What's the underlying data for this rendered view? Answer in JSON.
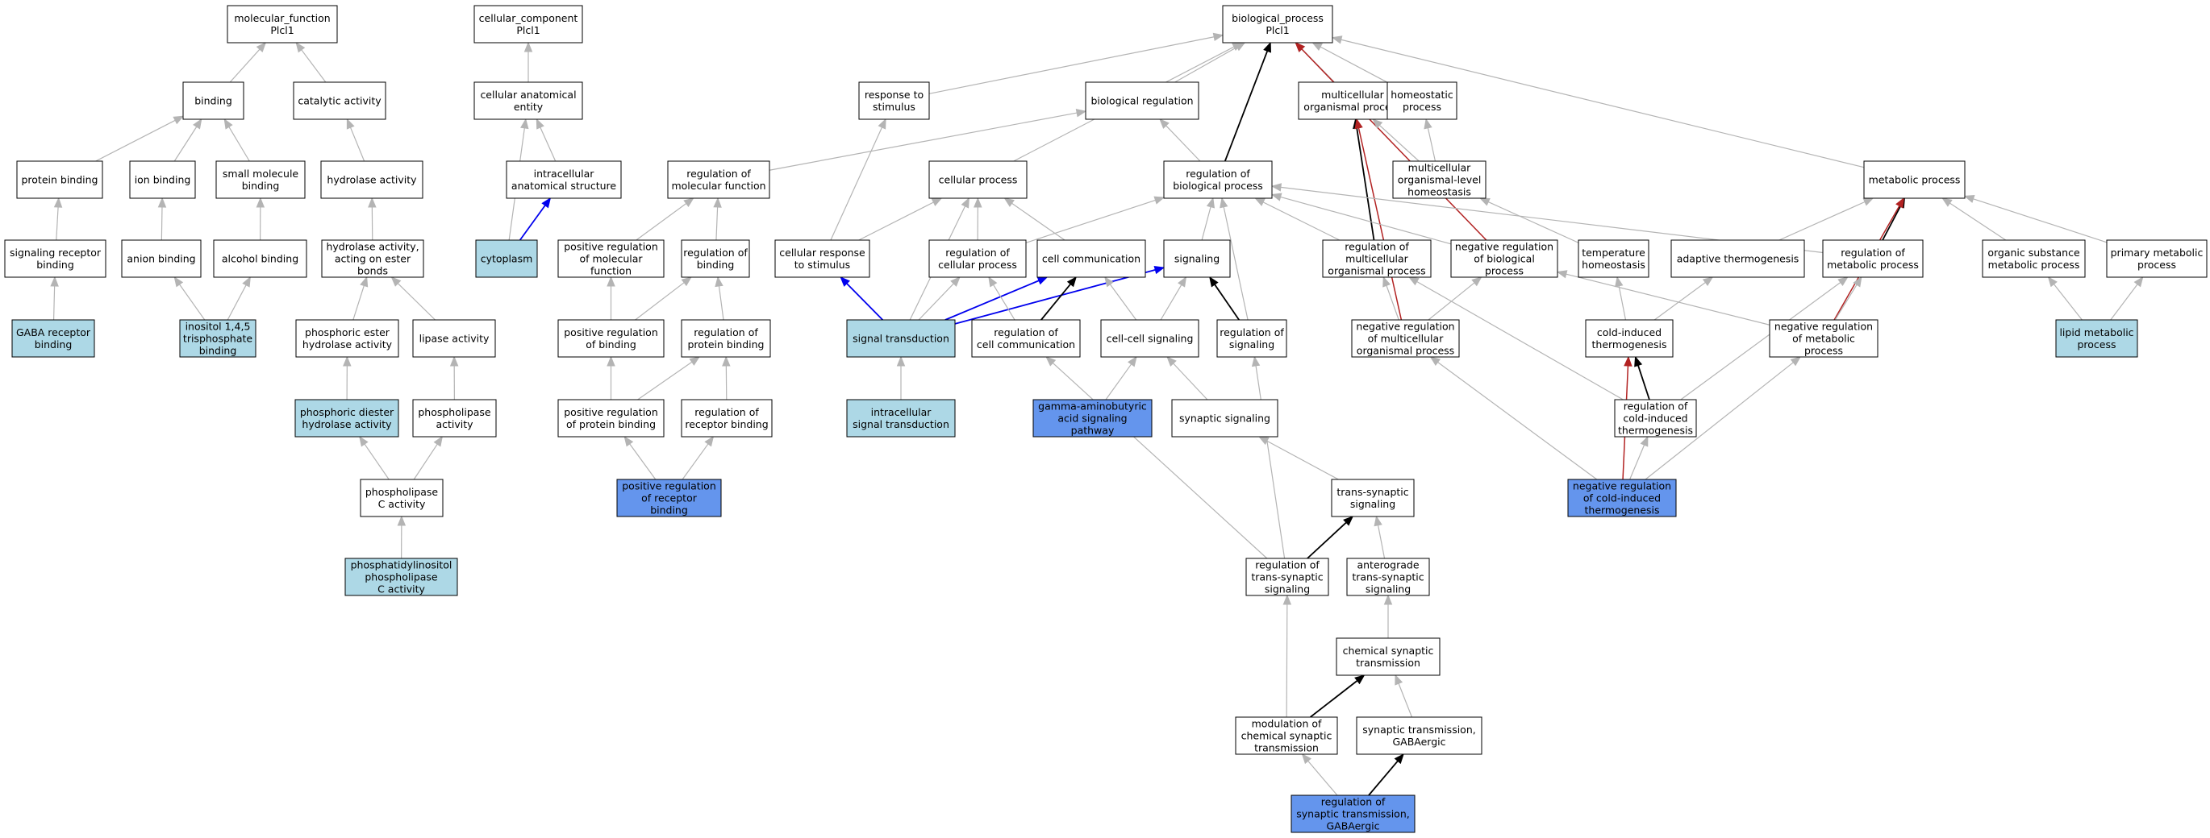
{
  "nodes": {
    "mf_root": {
      "lines": [
        "molecular_function",
        "Plcl1"
      ],
      "fill": "#ffffff"
    },
    "cc_root": {
      "lines": [
        "cellular_component",
        "Plcl1"
      ],
      "fill": "#ffffff"
    },
    "bp_root": {
      "lines": [
        "biological_process",
        "Plcl1"
      ],
      "fill": "#ffffff"
    },
    "binding": {
      "lines": [
        "binding"
      ],
      "fill": "#ffffff"
    },
    "catalytic": {
      "lines": [
        "catalytic activity"
      ],
      "fill": "#ffffff"
    },
    "cell_anat": {
      "lines": [
        "cellular anatomical",
        "entity"
      ],
      "fill": "#ffffff"
    },
    "resp_stim": {
      "lines": [
        "response to",
        "stimulus"
      ],
      "fill": "#ffffff"
    },
    "bio_reg": {
      "lines": [
        "biological regulation"
      ],
      "fill": "#ffffff"
    },
    "multi_proc": {
      "lines": [
        "multicellular",
        "organismal process"
      ],
      "fill": "#ffffff"
    },
    "homeo_proc": {
      "lines": [
        "homeostatic",
        "process"
      ],
      "fill": "#ffffff"
    },
    "prot_bind": {
      "lines": [
        "protein binding"
      ],
      "fill": "#ffffff"
    },
    "ion_bind": {
      "lines": [
        "ion binding"
      ],
      "fill": "#ffffff"
    },
    "small_mol": {
      "lines": [
        "small molecule",
        "binding"
      ],
      "fill": "#ffffff"
    },
    "hydrolase": {
      "lines": [
        "hydrolase activity"
      ],
      "fill": "#ffffff"
    },
    "intra_struct": {
      "lines": [
        "intracellular",
        "anatomical structure"
      ],
      "fill": "#ffffff"
    },
    "reg_mol_func": {
      "lines": [
        "regulation of",
        "molecular function"
      ],
      "fill": "#ffffff"
    },
    "cell_proc": {
      "lines": [
        "cellular process"
      ],
      "fill": "#ffffff"
    },
    "reg_bio_proc": {
      "lines": [
        "regulation of",
        "biological process"
      ],
      "fill": "#ffffff"
    },
    "multi_homeo": {
      "lines": [
        "multicellular",
        "organismal-level",
        "homeostasis"
      ],
      "fill": "#ffffff"
    },
    "metab_proc": {
      "lines": [
        "metabolic process"
      ],
      "fill": "#ffffff"
    },
    "sig_rec_bind": {
      "lines": [
        "signaling receptor",
        "binding"
      ],
      "fill": "#ffffff"
    },
    "anion_bind": {
      "lines": [
        "anion binding"
      ],
      "fill": "#ffffff"
    },
    "alcohol_bind": {
      "lines": [
        "alcohol binding"
      ],
      "fill": "#ffffff"
    },
    "hydro_ester": {
      "lines": [
        "hydrolase activity,",
        "acting on ester",
        "bonds"
      ],
      "fill": "#ffffff"
    },
    "cytoplasm": {
      "lines": [
        "cytoplasm"
      ],
      "fill": "#add8e6"
    },
    "pos_reg_mf": {
      "lines": [
        "positive regulation",
        "of molecular",
        "function"
      ],
      "fill": "#ffffff"
    },
    "reg_binding": {
      "lines": [
        "regulation of",
        "binding"
      ],
      "fill": "#ffffff"
    },
    "cell_resp": {
      "lines": [
        "cellular response",
        "to stimulus"
      ],
      "fill": "#ffffff"
    },
    "reg_cell_proc": {
      "lines": [
        "regulation of",
        "cellular process"
      ],
      "fill": "#ffffff"
    },
    "cell_comm": {
      "lines": [
        "cell communication"
      ],
      "fill": "#ffffff"
    },
    "signaling": {
      "lines": [
        "signaling"
      ],
      "fill": "#ffffff"
    },
    "reg_multi_proc": {
      "lines": [
        "regulation of",
        "multicellular",
        "organismal process"
      ],
      "fill": "#ffffff"
    },
    "neg_reg_bio": {
      "lines": [
        "negative regulation",
        "of biological",
        "process"
      ],
      "fill": "#ffffff"
    },
    "temp_homeo": {
      "lines": [
        "temperature",
        "homeostasis"
      ],
      "fill": "#ffffff"
    },
    "adapt_thermo": {
      "lines": [
        "adaptive thermogenesis"
      ],
      "fill": "#ffffff"
    },
    "reg_metab": {
      "lines": [
        "regulation of",
        "metabolic process"
      ],
      "fill": "#ffffff"
    },
    "org_subst": {
      "lines": [
        "organic substance",
        "metabolic process"
      ],
      "fill": "#ffffff"
    },
    "prim_metab": {
      "lines": [
        "primary metabolic",
        "process"
      ],
      "fill": "#ffffff"
    },
    "gaba_rec": {
      "lines": [
        "GABA receptor",
        "binding"
      ],
      "fill": "#add8e6"
    },
    "inositol": {
      "lines": [
        "inositol 1,4,5",
        "trisphosphate",
        "binding"
      ],
      "fill": "#add8e6"
    },
    "phos_ester": {
      "lines": [
        "phosphoric ester",
        "hydrolase activity"
      ],
      "fill": "#ffffff"
    },
    "lipase": {
      "lines": [
        "lipase activity"
      ],
      "fill": "#ffffff"
    },
    "pos_reg_bind": {
      "lines": [
        "positive regulation",
        "of binding"
      ],
      "fill": "#ffffff"
    },
    "reg_prot_bind": {
      "lines": [
        "regulation of",
        "protein binding"
      ],
      "fill": "#ffffff"
    },
    "sig_trans": {
      "lines": [
        "signal transduction"
      ],
      "fill": "#add8e6"
    },
    "reg_cell_comm": {
      "lines": [
        "regulation of",
        "cell communication"
      ],
      "fill": "#ffffff"
    },
    "cell_cell_sig": {
      "lines": [
        "cell-cell signaling"
      ],
      "fill": "#ffffff"
    },
    "reg_signaling": {
      "lines": [
        "regulation of",
        "signaling"
      ],
      "fill": "#ffffff"
    },
    "neg_reg_multi": {
      "lines": [
        "negative regulation",
        "of multicellular",
        "organismal process"
      ],
      "fill": "#ffffff"
    },
    "cold_thermo": {
      "lines": [
        "cold-induced",
        "thermogenesis"
      ],
      "fill": "#ffffff"
    },
    "neg_reg_metab": {
      "lines": [
        "negative regulation",
        "of metabolic",
        "process"
      ],
      "fill": "#ffffff"
    },
    "lipid_metab": {
      "lines": [
        "lipid metabolic",
        "process"
      ],
      "fill": "#add8e6"
    },
    "phos_diester": {
      "lines": [
        "phosphoric diester",
        "hydrolase activity"
      ],
      "fill": "#add8e6"
    },
    "phospholipase": {
      "lines": [
        "phospholipase",
        "activity"
      ],
      "fill": "#ffffff"
    },
    "pos_reg_prot": {
      "lines": [
        "positive regulation",
        "of protein binding"
      ],
      "fill": "#ffffff"
    },
    "reg_rec_bind": {
      "lines": [
        "regulation of",
        "receptor binding"
      ],
      "fill": "#ffffff"
    },
    "intra_sig": {
      "lines": [
        "intracellular",
        "signal transduction"
      ],
      "fill": "#add8e6"
    },
    "gaba_path": {
      "lines": [
        "gamma-aminobutyric",
        "acid signaling",
        "pathway"
      ],
      "fill": "#6495ed"
    },
    "syn_sig": {
      "lines": [
        "synaptic signaling"
      ],
      "fill": "#ffffff"
    },
    "reg_cold": {
      "lines": [
        "regulation of",
        "cold-induced",
        "thermogenesis"
      ],
      "fill": "#ffffff"
    },
    "plc": {
      "lines": [
        "phospholipase",
        "C activity"
      ],
      "fill": "#ffffff"
    },
    "pos_reg_rec": {
      "lines": [
        "positive regulation",
        "of receptor",
        "binding"
      ],
      "fill": "#6495ed"
    },
    "trans_syn": {
      "lines": [
        "trans-synaptic",
        "signaling"
      ],
      "fill": "#ffffff"
    },
    "neg_reg_cold": {
      "lines": [
        "negative regulation",
        "of cold-induced",
        "thermogenesis"
      ],
      "fill": "#6495ed"
    },
    "pi_plc": {
      "lines": [
        "phosphatidylinositol",
        "phospholipase",
        "C activity"
      ],
      "fill": "#add8e6"
    },
    "reg_trans_syn": {
      "lines": [
        "regulation of",
        "trans-synaptic",
        "signaling"
      ],
      "fill": "#ffffff"
    },
    "antero_syn": {
      "lines": [
        "anterograde",
        "trans-synaptic",
        "signaling"
      ],
      "fill": "#ffffff"
    },
    "chem_syn": {
      "lines": [
        "chemical synaptic",
        "transmission"
      ],
      "fill": "#ffffff"
    },
    "mod_chem_syn": {
      "lines": [
        "modulation of",
        "chemical synaptic",
        "transmission"
      ],
      "fill": "#ffffff"
    },
    "syn_gaba": {
      "lines": [
        "synaptic transmission,",
        "GABAergic"
      ],
      "fill": "#ffffff"
    },
    "reg_syn_gaba": {
      "lines": [
        "regulation of",
        "synaptic transmission,",
        "GABAergic"
      ],
      "fill": "#6495ed"
    }
  },
  "edges": [
    [
      "binding",
      "mf_root",
      "is_a"
    ],
    [
      "catalytic",
      "mf_root",
      "is_a"
    ],
    [
      "prot_bind",
      "binding",
      "is_a"
    ],
    [
      "ion_bind",
      "binding",
      "is_a"
    ],
    [
      "small_mol",
      "binding",
      "is_a"
    ],
    [
      "sig_rec_bind",
      "prot_bind",
      "is_a"
    ],
    [
      "anion_bind",
      "ion_bind",
      "is_a"
    ],
    [
      "alcohol_bind",
      "small_mol",
      "is_a"
    ],
    [
      "gaba_rec",
      "sig_rec_bind",
      "is_a"
    ],
    [
      "inositol",
      "anion_bind",
      "is_a"
    ],
    [
      "inositol",
      "alcohol_bind",
      "is_a"
    ],
    [
      "hydrolase",
      "catalytic",
      "is_a"
    ],
    [
      "hydro_ester",
      "hydrolase",
      "is_a"
    ],
    [
      "phos_ester",
      "hydro_ester",
      "is_a"
    ],
    [
      "lipase",
      "hydro_ester",
      "is_a"
    ],
    [
      "phos_diester",
      "phos_ester",
      "is_a"
    ],
    [
      "phospholipase",
      "lipase",
      "is_a"
    ],
    [
      "plc",
      "phos_diester",
      "is_a"
    ],
    [
      "plc",
      "phospholipase",
      "is_a"
    ],
    [
      "pi_plc",
      "plc",
      "is_a"
    ],
    [
      "cell_anat",
      "cc_root",
      "is_a"
    ],
    [
      "intra_struct",
      "cell_anat",
      "is_a"
    ],
    [
      "cytoplasm",
      "cell_anat",
      "is_a"
    ],
    [
      "cytoplasm",
      "intra_struct",
      "part_of"
    ],
    [
      "resp_stim",
      "bp_root",
      "is_a"
    ],
    [
      "bio_reg",
      "bp_root",
      "is_a"
    ],
    [
      "multi_proc",
      "bp_root",
      "is_a"
    ],
    [
      "homeo_proc",
      "bp_root",
      "is_a"
    ],
    [
      "cell_proc",
      "bp_root",
      "is_a"
    ],
    [
      "metab_proc",
      "bp_root",
      "is_a"
    ],
    [
      "reg_bio_proc",
      "bp_root",
      "regulates"
    ],
    [
      "neg_reg_bio",
      "bp_root",
      "negatively_regulates"
    ],
    [
      "reg_mol_func",
      "bio_reg",
      "is_a"
    ],
    [
      "reg_bio_proc",
      "bio_reg",
      "is_a"
    ],
    [
      "multi_homeo",
      "multi_proc",
      "is_a"
    ],
    [
      "multi_homeo",
      "homeo_proc",
      "is_a"
    ],
    [
      "reg_multi_proc",
      "multi_proc",
      "regulates"
    ],
    [
      "neg_reg_multi",
      "multi_proc",
      "negatively_regulates"
    ],
    [
      "pos_reg_mf",
      "reg_mol_func",
      "is_a"
    ],
    [
      "reg_binding",
      "reg_mol_func",
      "is_a"
    ],
    [
      "pos_reg_bind",
      "pos_reg_mf",
      "is_a"
    ],
    [
      "pos_reg_bind",
      "reg_binding",
      "is_a"
    ],
    [
      "reg_prot_bind",
      "reg_binding",
      "is_a"
    ],
    [
      "pos_reg_prot",
      "pos_reg_bind",
      "is_a"
    ],
    [
      "pos_reg_prot",
      "reg_prot_bind",
      "is_a"
    ],
    [
      "reg_rec_bind",
      "reg_prot_bind",
      "is_a"
    ],
    [
      "pos_reg_rec",
      "pos_reg_prot",
      "is_a"
    ],
    [
      "pos_reg_rec",
      "reg_rec_bind",
      "is_a"
    ],
    [
      "cell_resp",
      "resp_stim",
      "is_a"
    ],
    [
      "cell_resp",
      "cell_proc",
      "is_a"
    ],
    [
      "reg_cell_proc",
      "cell_proc",
      "is_a"
    ],
    [
      "reg_cell_proc",
      "reg_bio_proc",
      "is_a"
    ],
    [
      "cell_comm",
      "cell_proc",
      "is_a"
    ],
    [
      "signaling",
      "reg_bio_proc",
      "is_a"
    ],
    [
      "sig_trans",
      "cell_proc",
      "is_a"
    ],
    [
      "sig_trans",
      "cell_resp",
      "part_of"
    ],
    [
      "sig_trans",
      "reg_cell_proc",
      "is_a"
    ],
    [
      "sig_trans",
      "cell_comm",
      "part_of"
    ],
    [
      "sig_trans",
      "signaling",
      "part_of"
    ],
    [
      "intra_sig",
      "sig_trans",
      "is_a"
    ],
    [
      "reg_cell_comm",
      "reg_cell_proc",
      "is_a"
    ],
    [
      "reg_cell_comm",
      "cell_comm",
      "regulates"
    ],
    [
      "cell_cell_sig",
      "cell_comm",
      "is_a"
    ],
    [
      "cell_cell_sig",
      "signaling",
      "is_a"
    ],
    [
      "reg_signaling",
      "reg_bio_proc",
      "is_a"
    ],
    [
      "reg_signaling",
      "signaling",
      "regulates"
    ],
    [
      "gaba_path",
      "cell_cell_sig",
      "is_a"
    ],
    [
      "syn_sig",
      "cell_cell_sig",
      "is_a"
    ],
    [
      "reg_multi_proc",
      "reg_bio_proc",
      "is_a"
    ],
    [
      "neg_reg_bio",
      "reg_bio_proc",
      "is_a"
    ],
    [
      "temp_homeo",
      "multi_homeo",
      "is_a"
    ],
    [
      "reg_metab",
      "reg_bio_proc",
      "is_a"
    ],
    [
      "reg_metab",
      "metab_proc",
      "regulates"
    ],
    [
      "neg_reg_metab",
      "metab_proc",
      "negatively_regulates"
    ],
    [
      "adapt_thermo",
      "metab_proc",
      "is_a"
    ],
    [
      "org_subst",
      "metab_proc",
      "is_a"
    ],
    [
      "prim_metab",
      "metab_proc",
      "is_a"
    ],
    [
      "lipid_metab",
      "org_subst",
      "is_a"
    ],
    [
      "lipid_metab",
      "prim_metab",
      "is_a"
    ],
    [
      "neg_reg_multi",
      "reg_multi_proc",
      "is_a"
    ],
    [
      "neg_reg_multi",
      "neg_reg_bio",
      "is_a"
    ],
    [
      "cold_thermo",
      "temp_homeo",
      "is_a"
    ],
    [
      "cold_thermo",
      "adapt_thermo",
      "is_a"
    ],
    [
      "neg_reg_metab",
      "reg_metab",
      "is_a"
    ],
    [
      "neg_reg_metab",
      "neg_reg_bio",
      "is_a"
    ],
    [
      "reg_cold",
      "cold_thermo",
      "regulates"
    ],
    [
      "reg_cold",
      "reg_metab",
      "is_a"
    ],
    [
      "reg_cold",
      "reg_multi_proc",
      "is_a"
    ],
    [
      "neg_reg_cold",
      "cold_thermo",
      "negatively_regulates"
    ],
    [
      "neg_reg_cold",
      "reg_cold",
      "is_a"
    ],
    [
      "neg_reg_cold",
      "neg_reg_multi",
      "is_a"
    ],
    [
      "neg_reg_cold",
      "neg_reg_metab",
      "is_a"
    ],
    [
      "trans_syn",
      "syn_sig",
      "is_a"
    ],
    [
      "reg_trans_syn",
      "reg_cell_comm",
      "is_a"
    ],
    [
      "reg_trans_syn",
      "reg_signaling",
      "is_a"
    ],
    [
      "reg_trans_syn",
      "trans_syn",
      "regulates"
    ],
    [
      "antero_syn",
      "trans_syn",
      "is_a"
    ],
    [
      "chem_syn",
      "antero_syn",
      "is_a"
    ],
    [
      "mod_chem_syn",
      "reg_trans_syn",
      "is_a"
    ],
    [
      "mod_chem_syn",
      "chem_syn",
      "regulates"
    ],
    [
      "syn_gaba",
      "chem_syn",
      "is_a"
    ],
    [
      "reg_syn_gaba",
      "mod_chem_syn",
      "is_a"
    ],
    [
      "reg_syn_gaba",
      "syn_gaba",
      "regulates"
    ]
  ],
  "edge_styles": {
    "is_a": {
      "color": "#b4b4b4",
      "width": 1.2
    },
    "part_of": {
      "color": "#0000ee",
      "width": 1.8
    },
    "regulates": {
      "color": "#000000",
      "width": 1.8
    },
    "negatively_regulates": {
      "color": "#b22222",
      "width": 1.5
    }
  }
}
